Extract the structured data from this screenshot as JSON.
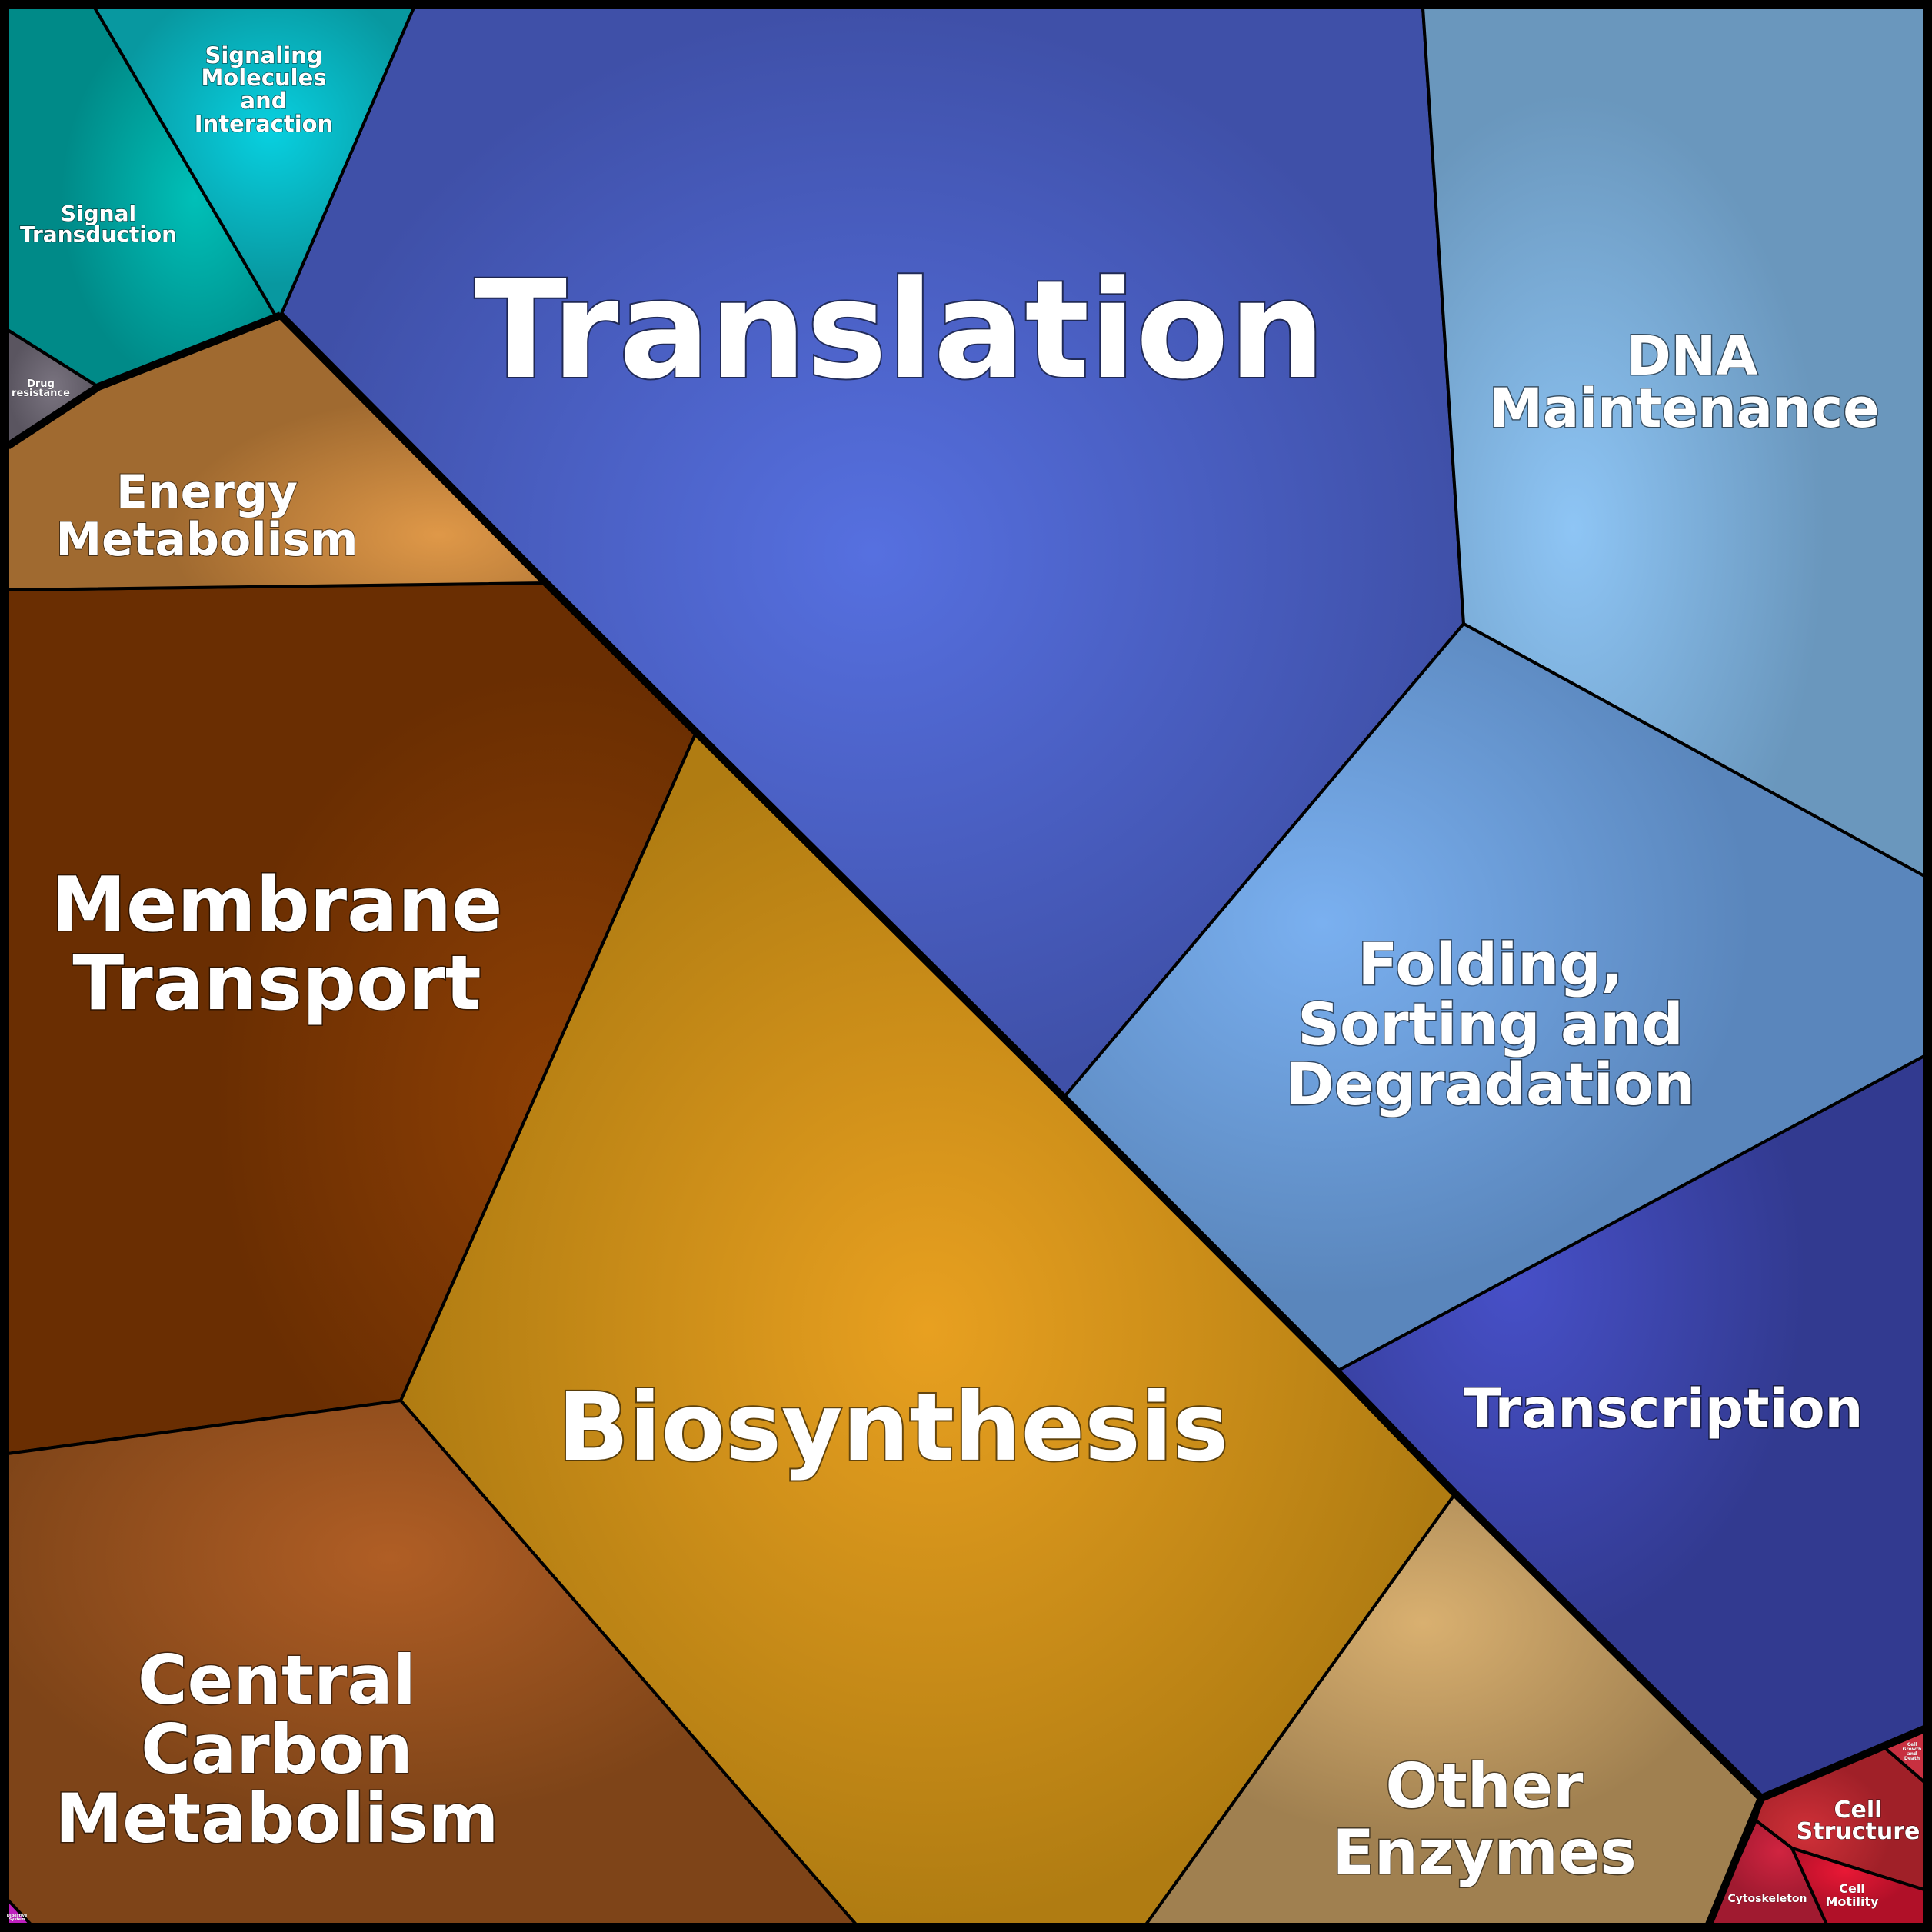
{
  "diagram_type": "voronoi treemap",
  "cells": {
    "translation": {
      "label": [
        "Translation"
      ],
      "color": "#5670e0"
    },
    "dna_maintenance": {
      "label": [
        "DNA",
        "Maintenance"
      ],
      "color": "#8ec5f5"
    },
    "folding": {
      "label": [
        "Folding,",
        "Sorting and",
        "Degradation"
      ],
      "color": "#7ab0f0"
    },
    "transcription": {
      "label": [
        "Transcription"
      ],
      "color": "#4750c8"
    },
    "other_enzymes": {
      "label": [
        "Other",
        "Enzymes"
      ],
      "color": "#d9b070"
    },
    "biosynthesis": {
      "label": [
        "Biosynthesis"
      ],
      "color": "#e8a020"
    },
    "membrane_transport": {
      "label": [
        "Membrane",
        "Transport"
      ],
      "color": "#8a3e05"
    },
    "central_carbon": {
      "label": [
        "Central",
        "Carbon",
        "Metabolism"
      ],
      "color": "#b05e25"
    },
    "energy_metabolism": {
      "label": [
        "Energy",
        "Metabolism"
      ],
      "color": "#d99245"
    },
    "signal_transduction": {
      "label": [
        "Signal",
        "Transduction"
      ],
      "color": "#00c0b8"
    },
    "signaling_molecules": {
      "label": [
        "Signaling",
        "Molecules",
        "and",
        "Interaction"
      ],
      "color": "#08d0e0"
    },
    "drug_resistance": {
      "label": [
        "Drug",
        "resistance"
      ],
      "color": "#7a7480"
    },
    "cell_structure": {
      "label": [
        "Cell",
        "Structure"
      ],
      "color": "#d03038"
    },
    "cytoskeleton": {
      "label": [
        "Cytoskeleton"
      ],
      "color": "#d02440"
    },
    "cell_motility": {
      "label": [
        "Cell",
        "Motility"
      ],
      "color": "#e81835"
    },
    "cell_growth": {
      "label": [
        "Cell",
        "Growth",
        "and",
        "Death"
      ],
      "color": "#c83040"
    },
    "digestive_system": {
      "label": [
        "Digestive",
        "System"
      ],
      "color": "#c020c0"
    }
  }
}
